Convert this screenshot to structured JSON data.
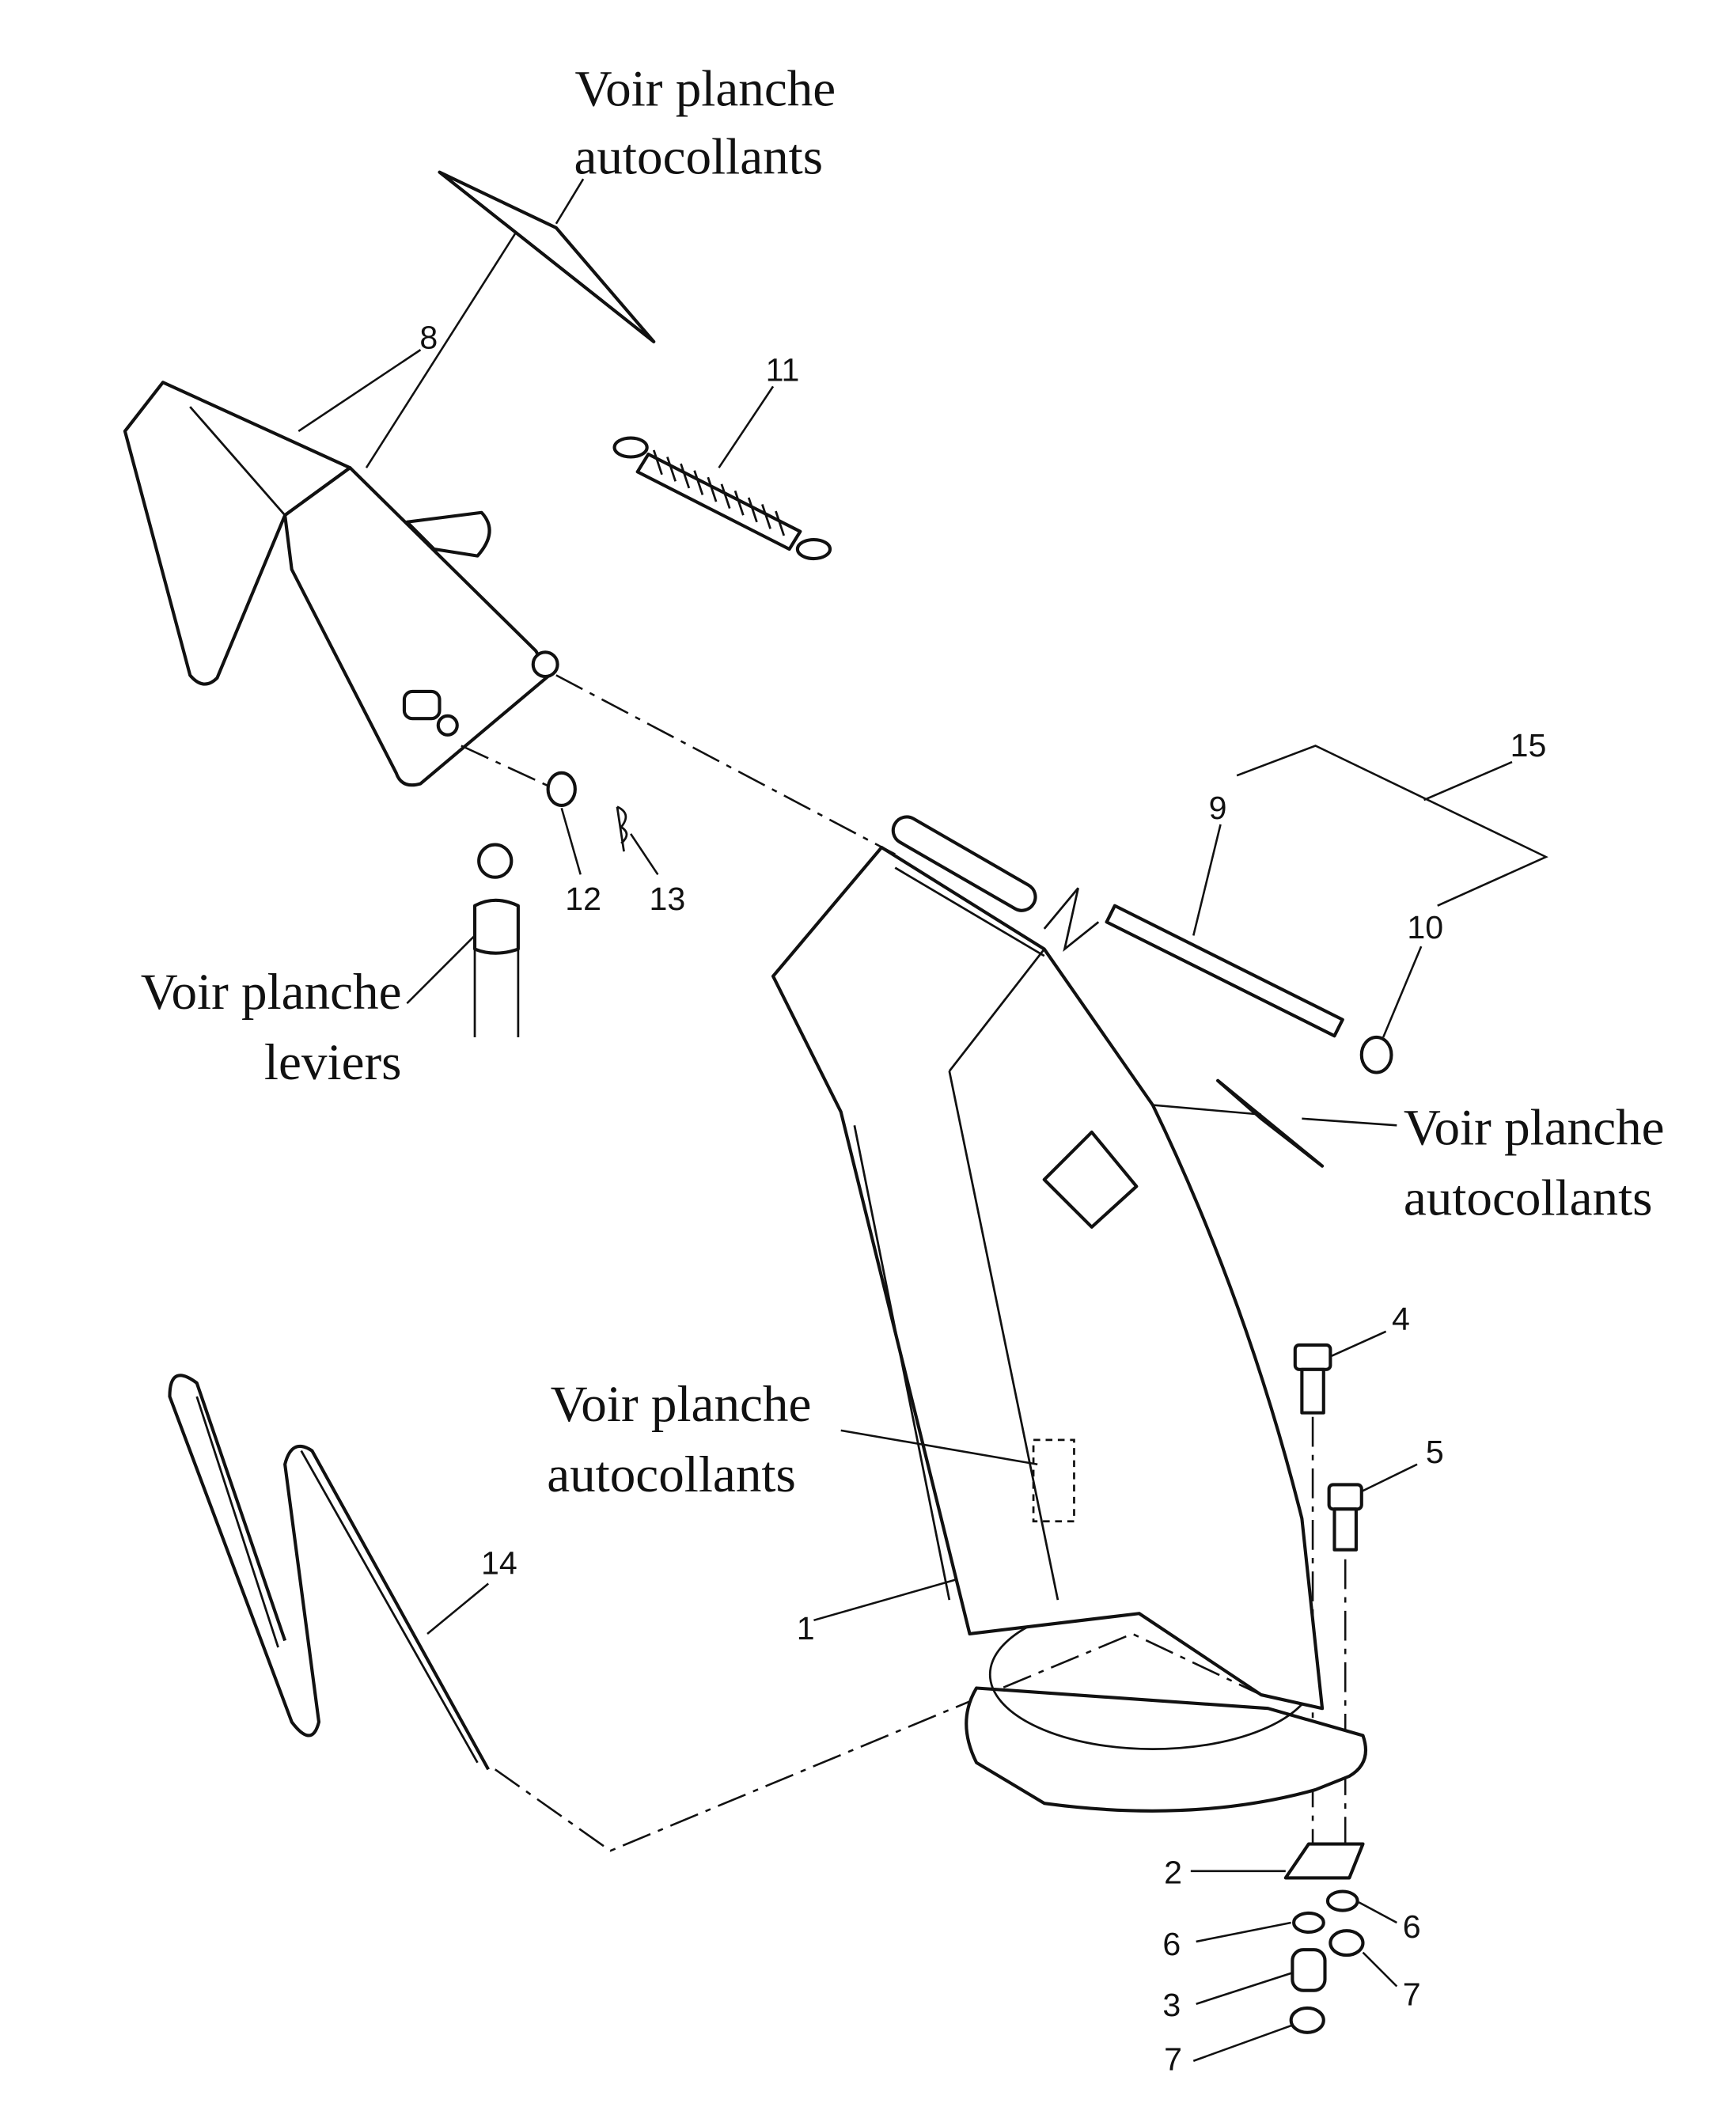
{
  "notes": {
    "top_line1": "Voir planche",
    "top_line2": "autocollants",
    "levers_line1": "Voir planche",
    "levers_line2": "leviers",
    "right_line1": "Voir planche",
    "right_line2": "autocollants",
    "middle_line1": "Voir planche",
    "middle_line2": "autocollants"
  },
  "parts": {
    "p1": "1",
    "p2": "2",
    "p3": "3",
    "p4": "4",
    "p5": "5",
    "p6a": "6",
    "p6b": "6",
    "p7a": "7",
    "p7b": "7",
    "p8": "8",
    "p9": "9",
    "p10": "10",
    "p11": "11",
    "p12": "12",
    "p13": "13",
    "p14": "14",
    "p15": "15"
  }
}
